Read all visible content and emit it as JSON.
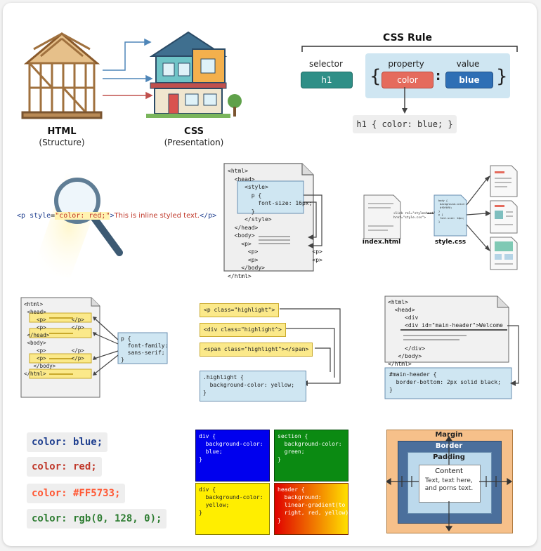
{
  "html_css": {
    "html_label": "HTML",
    "html_sub": "(Structure)",
    "css_label": "CSS",
    "css_sub": "(Presentation)"
  },
  "css_rule": {
    "title": "CSS Rule",
    "selector_label": "selector",
    "property_label": "property",
    "value_label": "value",
    "selector": "h1",
    "open_brace": "{",
    "property": "color",
    "colon": ":",
    "value": "blue",
    "close_brace": "}",
    "example": "h1 { color: blue; }"
  },
  "inline": {
    "tag_open": "<p ",
    "attr": "style",
    "eq": "=",
    "val": "\"color: red;\"",
    "gt": ">",
    "text": "This is inline styled text.",
    "tag_close": "</p>"
  },
  "internal": {
    "lines": [
      "<html>",
      "<head>",
      "<style>",
      "p {",
      "font-size: 16px;",
      "}",
      "</style>",
      "</head>",
      "<body>",
      "<p>",
      "<p>",
      "<p>",
      "<p>",
      "<p>",
      "</body>",
      "</html>"
    ]
  },
  "external": {
    "link_code": [
      "<link rel=\"stylesheet\"",
      "href=\"style.css\">"
    ],
    "css_code": [
      "body {",
      "background-color:",
      "#f0f0f0;",
      "}",
      "p {",
      "font-size: 14px;",
      "}"
    ],
    "html_file": "index.html",
    "css_file": "style.css"
  },
  "element_sel": {
    "html": "<html>",
    "head": "<head>",
    "p": "<p>",
    "pc": "</p>",
    "head_close": "</head>",
    "body": "<body>",
    "body_close": "</body>",
    "html_close": "</html>",
    "rule": [
      "p {",
      "font-family:",
      "sans-serif;",
      "}"
    ]
  },
  "class_sel": {
    "items": [
      "<p class=\"highlight\">",
      "<div class=\"highlight^>",
      "<span class=\"highlight\"></span>"
    ],
    "rule": [
      ".highlight {",
      "background-color: yellow;",
      "}"
    ]
  },
  "id_sel": {
    "code": [
      "<html>",
      "<head>",
      "<div",
      "<div id=\"main-header\">Welcome",
      "</div>",
      "</body>",
      "</html>"
    ],
    "rule": [
      "#main-header {",
      "border-bottom: 2px solid black;",
      "}"
    ]
  },
  "colors": {
    "items": [
      "color: blue;",
      "color: red;",
      "color: #FF5733;",
      "color: rgb(0, 128, 0);"
    ]
  },
  "backgrounds": {
    "blue": [
      "div {",
      "background-color:",
      "blue;",
      "}"
    ],
    "green": [
      "section {",
      "background-color:",
      "green;",
      "}"
    ],
    "yellow": [
      "div {",
      "background-color:",
      "yellow;",
      "}"
    ],
    "gradient": [
      "header {",
      "background:",
      "linear-gradient(to",
      "right, red, yellow);",
      "}"
    ]
  },
  "box_model": {
    "margin": "Margin",
    "border": "Border",
    "padding": "Padding",
    "content": "Content",
    "content_text": [
      "Text, text here,",
      "and porns text."
    ]
  },
  "palette": {
    "teal": "#2f8f87",
    "salmon": "#e56b5d",
    "blue": "#2e6fb5",
    "light_blue": "#cfe6f2",
    "yellow_hl": "#fbe98a",
    "margin_orange": "#f6c08a",
    "border_blue": "#4b6f9c",
    "padding_blue": "#bcd9ec"
  }
}
